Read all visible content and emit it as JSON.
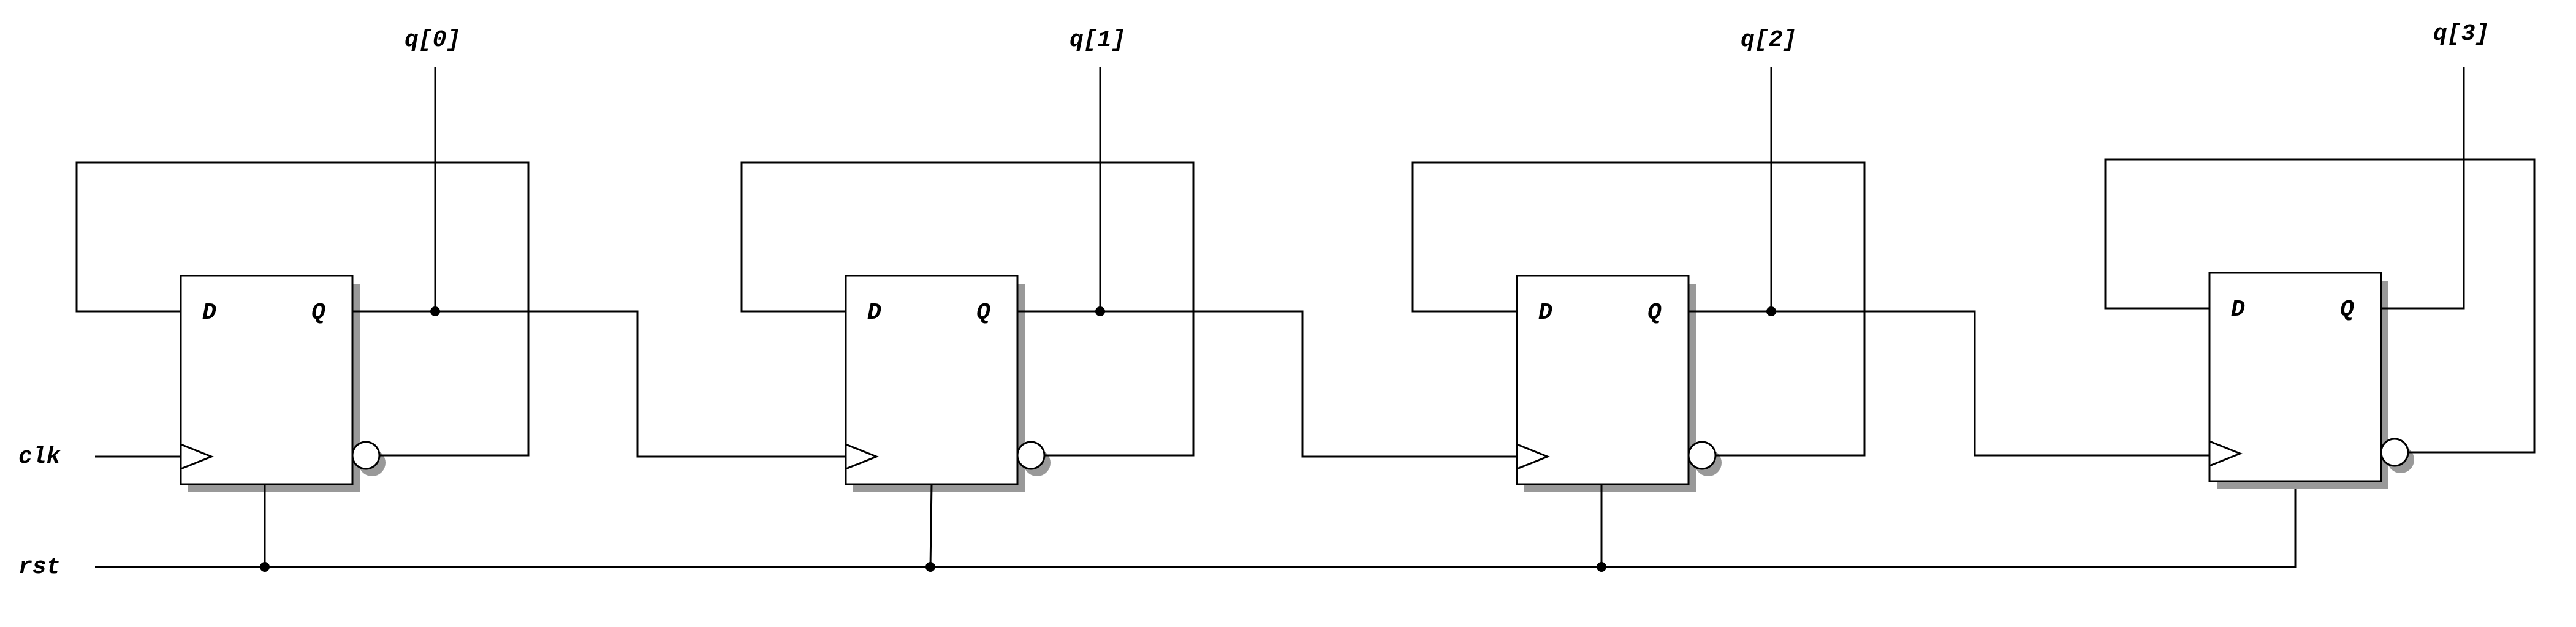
{
  "diagram": {
    "inputs": {
      "clk": "clk",
      "rst": "rst"
    },
    "outputs": [
      "q[0]",
      "q[1]",
      "q[2]",
      "q[3]"
    ],
    "flipflops": [
      {
        "d_label": "D",
        "q_label": "Q"
      },
      {
        "d_label": "D",
        "q_label": "Q"
      },
      {
        "d_label": "D",
        "q_label": "Q"
      },
      {
        "d_label": "D",
        "q_label": "Q"
      }
    ]
  }
}
